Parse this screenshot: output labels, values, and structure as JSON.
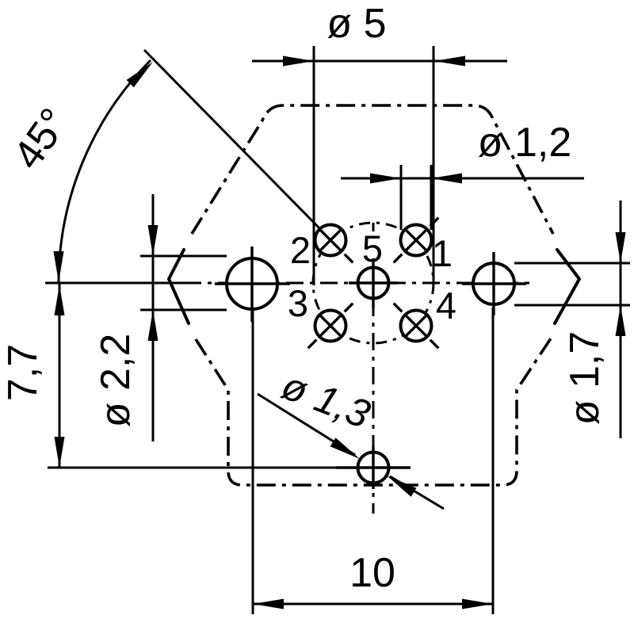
{
  "dimensions": {
    "bolt_circle_diameter": "ø 5",
    "contact_diameter": "ø 1,2",
    "contact_angle": "45°",
    "bottom_contact_offset": "7,7",
    "left_hole_diameter": "ø 2,2",
    "right_hole_diameter": "ø 1,7",
    "bottom_contact_diameter": "ø 1,3",
    "hole_spacing": "10"
  },
  "pins": {
    "p1": "1",
    "p2": "2",
    "p3": "3",
    "p4": "4",
    "p5": "5"
  },
  "colors": {
    "ink": "#000000",
    "paper": "#ffffff"
  }
}
